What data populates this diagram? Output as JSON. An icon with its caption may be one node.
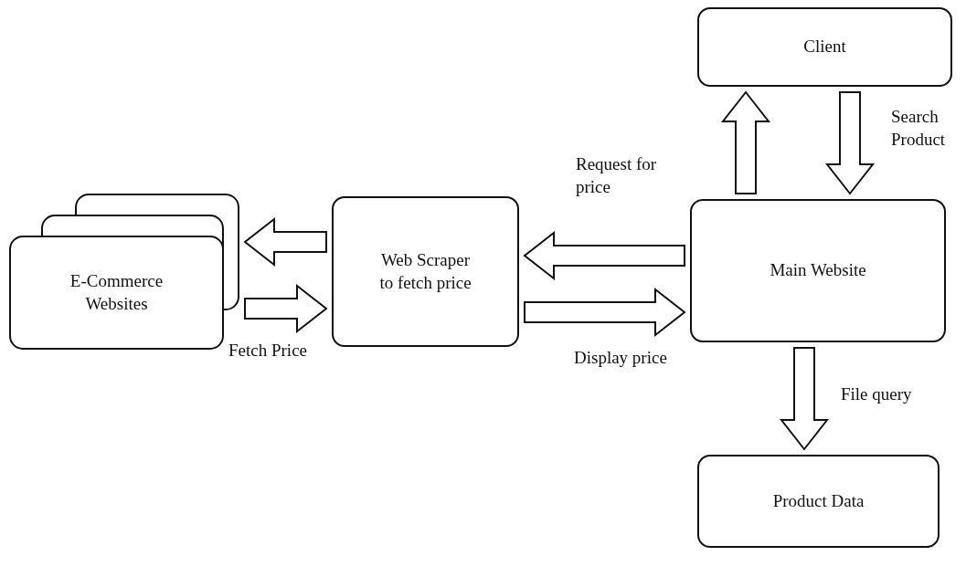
{
  "diagram": {
    "nodes": [
      {
        "text": [
          "E-Commerce Websites"
        ]
      },
      {
        "text": [
          "Web Scraper to fetch price"
        ]
      },
      {
        "text": [
          "Main Website"
        ]
      },
      {
        "text": [
          "Client"
        ]
      },
      {
        "text": [
          "Product Data"
        ]
      }
    ],
    "edges": [
      {
        "from": 1,
        "to": 0,
        "arrow": "to"
      },
      {
        "from": 0,
        "to": 1,
        "arrow": "to",
        "label": "Fetch Price"
      },
      {
        "from": 2,
        "to": 1,
        "arrow": "to",
        "label": "Request for price"
      },
      {
        "from": 1,
        "to": 2,
        "arrow": "to",
        "label": "Display price"
      },
      {
        "from": 2,
        "to": 3,
        "arrow": "to"
      },
      {
        "from": 3,
        "to": 2,
        "arrow": "to",
        "label": "Search Product"
      },
      {
        "from": 2,
        "to": 4,
        "arrow": "to",
        "label": "File query"
      }
    ]
  }
}
